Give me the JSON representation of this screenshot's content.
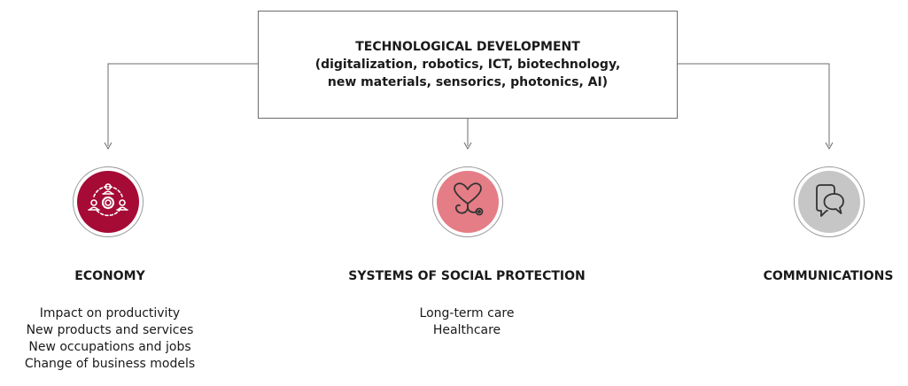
{
  "top_box": {
    "title": "TECHNOLOGICAL DEVELOPMENT",
    "line2": "(digitalization, robotics, ICT, biotechnology,",
    "line3": "new materials, sensorics, photonics, AI)"
  },
  "nodes": [
    {
      "title": "ECONOMY",
      "icon": "people-network-gear-icon",
      "color": "#a50b35",
      "items": [
        "Impact on productivity",
        "New products and services",
        "New occupations and jobs",
        "Change of business models"
      ]
    },
    {
      "title": "SYSTEMS OF SOCIAL PROTECTION",
      "icon": "heart-stethoscope-icon",
      "color": "#e57d86",
      "items": [
        "Long-term care",
        "Healthcare"
      ]
    },
    {
      "title": "COMMUNICATIONS",
      "icon": "chat-bubbles-icon",
      "color": "#c6c6c6",
      "items": []
    }
  ],
  "colors": {
    "line": "#6b6b6b",
    "icon_stroke_dark": "#ffffff",
    "icon_stroke_light": "#333333"
  }
}
